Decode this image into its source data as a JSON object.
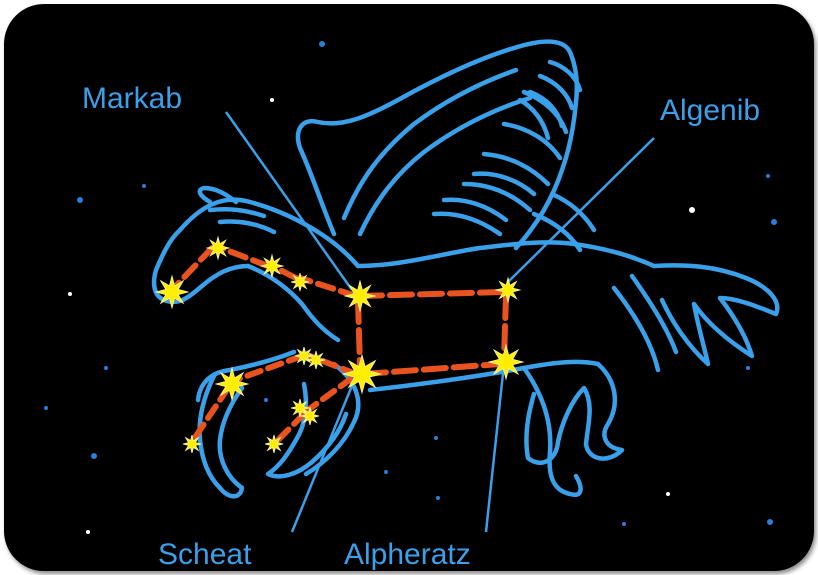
{
  "title": "",
  "colors": {
    "background": "#000000",
    "outline": "#3aa0ea",
    "asterism": "#e8531f",
    "star": "#ffee00",
    "label": "#3aa0ea"
  },
  "labels": {
    "markab": "Markab",
    "algenib": "Algenib",
    "scheat": "Scheat",
    "alpheratz": "Alpheratz"
  },
  "stars": [
    {
      "id": "markab",
      "name": "Markab"
    },
    {
      "id": "algenib",
      "name": "Algenib"
    },
    {
      "id": "scheat",
      "name": "Scheat"
    },
    {
      "id": "alpheratz",
      "name": "Alpheratz"
    }
  ]
}
